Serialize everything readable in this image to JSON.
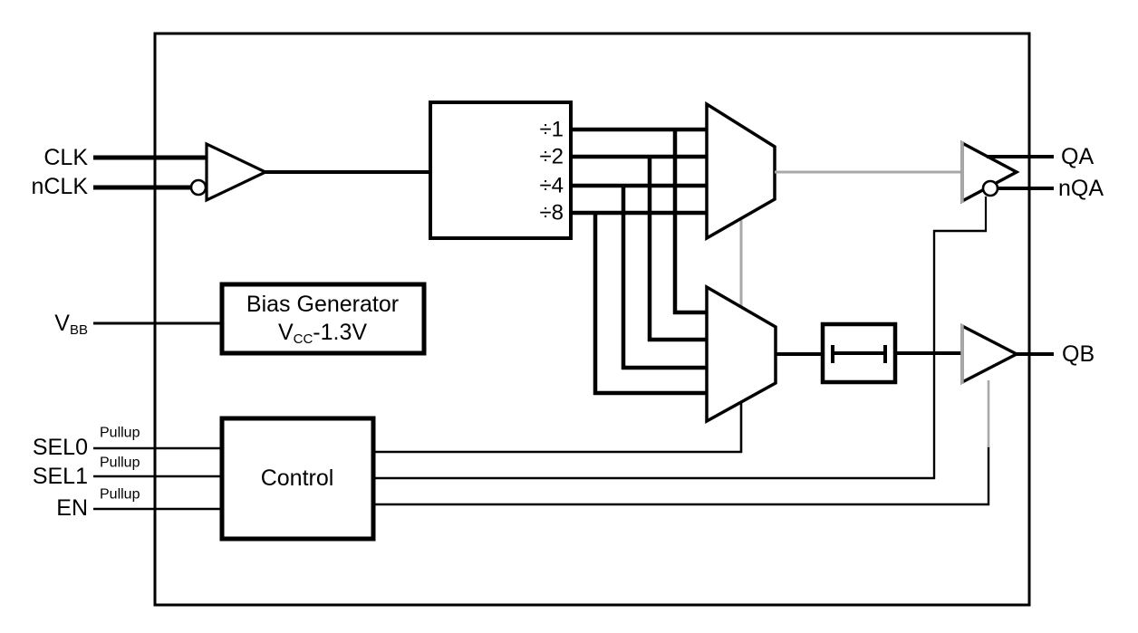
{
  "pins": {
    "clk": {
      "label": "CLK"
    },
    "nclk": {
      "label": "nCLK"
    },
    "vbb": {
      "main": "V",
      "sub": "BB"
    },
    "sel0": {
      "label": "SEL0",
      "pullup": "Pullup"
    },
    "sel1": {
      "label": "SEL1",
      "pullup": "Pullup"
    },
    "en": {
      "label": "EN",
      "pullup": "Pullup"
    },
    "qa": {
      "label": "QA"
    },
    "nqa": {
      "label": "nQA"
    },
    "qb": {
      "label": "QB"
    }
  },
  "blocks": {
    "divider": {
      "outputs": [
        "÷1",
        "÷2",
        "÷4",
        "÷8"
      ]
    },
    "bias_generator": {
      "line1": "Bias Generator",
      "v": "V",
      "v_sub": "CC",
      "suffix": "-1.3V"
    },
    "control": {
      "label": "Control"
    }
  },
  "colors": {
    "line": "#000000",
    "gray_line": "#a8a8a8",
    "background": "#ffffff"
  }
}
